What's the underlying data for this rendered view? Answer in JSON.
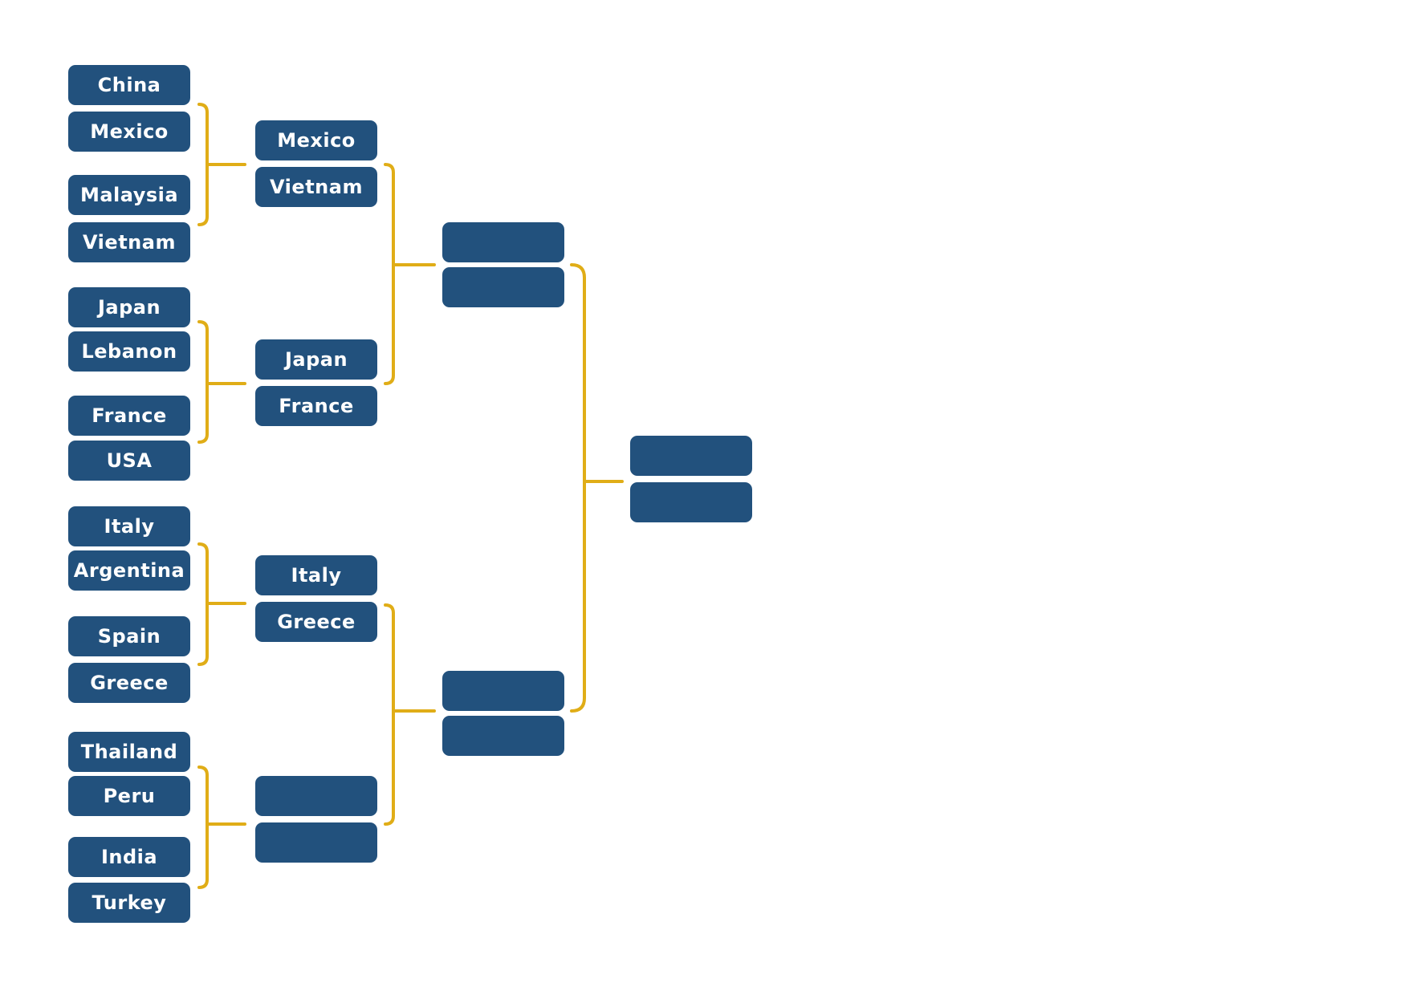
{
  "bracket": {
    "connector_color": "#e0ad17",
    "slot_color": "#22517d",
    "round1": [
      "China",
      "Mexico",
      "Malaysia",
      "Vietnam",
      "Japan",
      "Lebanon",
      "France",
      "USA",
      "Italy",
      "Argentina",
      "Spain",
      "Greece",
      "Thailand",
      "Peru",
      "India",
      "Turkey"
    ],
    "round2": [
      "Mexico",
      "Vietnam",
      "Japan",
      "France",
      "Italy",
      "Greece",
      "",
      ""
    ],
    "round3": [
      "",
      "",
      "",
      ""
    ],
    "final": [
      "",
      ""
    ]
  }
}
